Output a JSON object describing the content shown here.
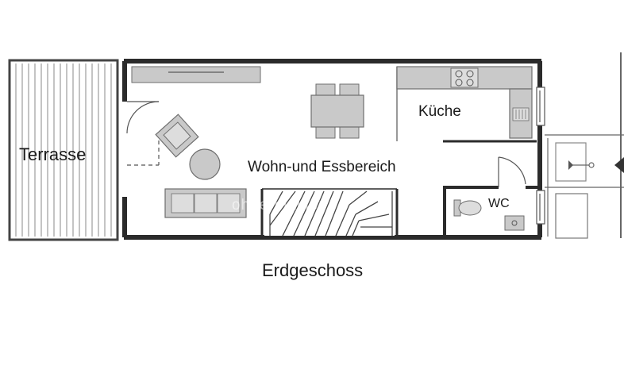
{
  "plan": {
    "floor_title": "Erdgeschoss",
    "watermark": "ohne-makler",
    "rooms": {
      "terrace": "Terrasse",
      "living": "Wohn-und Essbereich",
      "kitchen": "Küche",
      "wc": "WC"
    }
  },
  "colors": {
    "wall": "#2b2b2b",
    "furniture_fill": "#c9c9c9",
    "furniture_stroke": "#6e6e6e",
    "line": "#444444",
    "background": "#ffffff"
  }
}
